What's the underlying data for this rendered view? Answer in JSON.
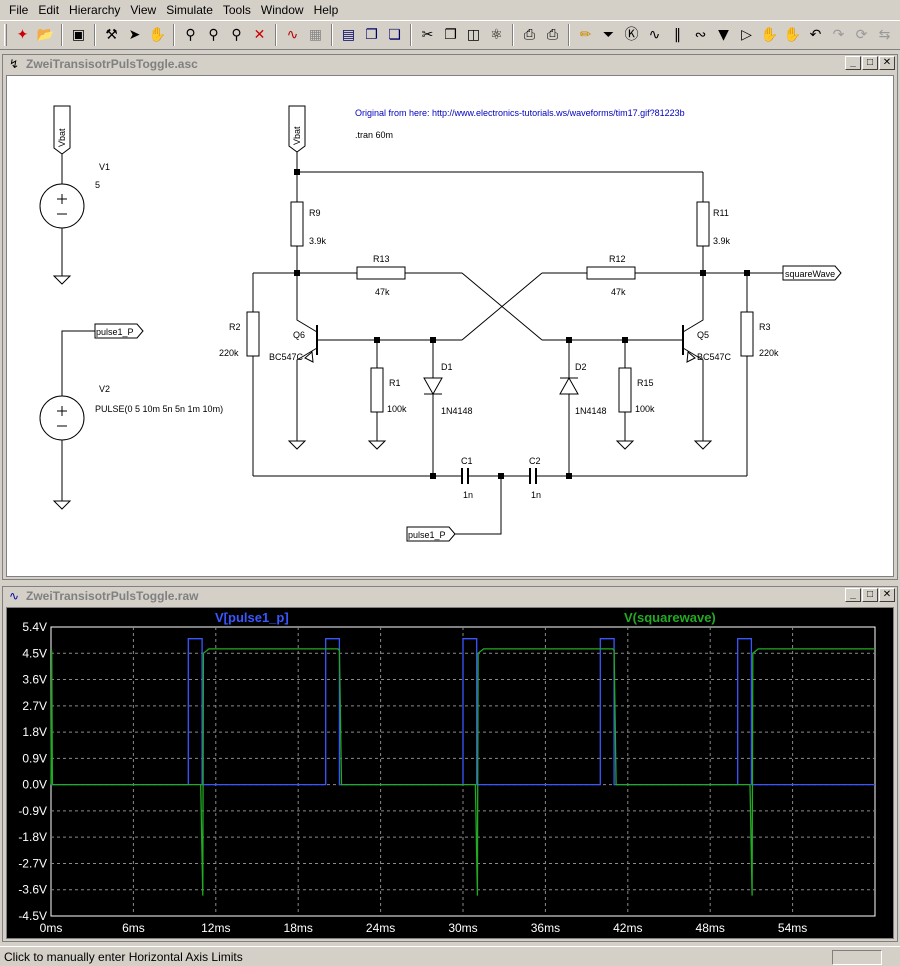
{
  "menu": [
    "File",
    "Edit",
    "Hierarchy",
    "View",
    "Simulate",
    "Tools",
    "Window",
    "Help"
  ],
  "toolbar_icons": [
    "new-schematic-icon",
    "open-icon",
    "save-icon",
    "control-panel-icon",
    "run-icon",
    "halt-icon",
    "zoom-in-icon",
    "zoom-extents-icon",
    "zoom-out-icon",
    "zoom-cancel-icon",
    "waveform-autorange-icon",
    "waveform-icon",
    "tile-horizontal-icon",
    "cascade-icon",
    "close-all-icon",
    "cut-icon",
    "copy-icon",
    "paste-icon",
    "find-icon",
    "print-setup-icon",
    "print-icon",
    "wire-icon",
    "ground-icon",
    "label-icon",
    "resistor-icon",
    "capacitor-icon",
    "inductor-icon",
    "diode-icon",
    "component-icon",
    "move-icon",
    "drag-icon",
    "undo-icon",
    "redo-icon",
    "rotate-icon",
    "mirror-icon"
  ],
  "schematic": {
    "title": "ZweiTransisotrPulsToggle.asc",
    "comment_url": "Original from here: http://www.electronics-tutorials.ws/waveforms/tim17.gif?81223b",
    "directive": ".tran 60m",
    "labels": {
      "vbat_left": "Vbat",
      "vbat_top": "Vbat",
      "pulse_left": "pulse1_P",
      "pulse_bottom": "pulse1_P",
      "square": "squareWave"
    },
    "v1": {
      "name": "V1",
      "value": "5"
    },
    "v2": {
      "name": "V2",
      "value": "PULSE(0 5 10m 5n 5n 1m 10m)"
    },
    "r9": {
      "name": "R9",
      "value": "3.9k"
    },
    "r11": {
      "name": "R11",
      "value": "3.9k"
    },
    "r13": {
      "name": "R13",
      "value": "47k"
    },
    "r12": {
      "name": "R12",
      "value": "47k"
    },
    "r2": {
      "name": "R2",
      "value": "220k"
    },
    "r3": {
      "name": "R3",
      "value": "220k"
    },
    "r1": {
      "name": "R1",
      "value": "100k"
    },
    "r15": {
      "name": "R15",
      "value": "100k"
    },
    "q6": {
      "name": "Q6",
      "value": "BC547C"
    },
    "q5": {
      "name": "Q5",
      "value": "BC547C"
    },
    "d1": {
      "name": "D1",
      "value": "1N4148"
    },
    "d2": {
      "name": "D2",
      "value": "1N4148"
    },
    "c1": {
      "name": "C1",
      "value": "1n"
    },
    "c2": {
      "name": "C2",
      "value": "1n"
    }
  },
  "plot": {
    "title": "ZweiTransisotrPulsToggle.raw",
    "traces": [
      {
        "name": "V[pulse1_p]",
        "color": "#3a56ff"
      },
      {
        "name": "V(squarewave)",
        "color": "#22aa22"
      }
    ]
  },
  "chart_data": {
    "type": "line",
    "title": "",
    "xlabel": "",
    "ylabel": "",
    "xlim": [
      0,
      60
    ],
    "ylim": [
      -4.5,
      5.4
    ],
    "x_ticks": [
      "0ms",
      "6ms",
      "12ms",
      "18ms",
      "24ms",
      "30ms",
      "36ms",
      "42ms",
      "48ms",
      "54ms"
    ],
    "y_ticks": [
      "5.4V",
      "4.5V",
      "3.6V",
      "2.7V",
      "1.8V",
      "0.9V",
      "0.0V",
      "-0.9V",
      "-1.8V",
      "-2.7V",
      "-3.6V",
      "-4.5V"
    ],
    "grid": true,
    "legend": "top",
    "series": [
      {
        "name": "V[pulse1_p]",
        "x": [
          0,
          10,
          10,
          11,
          11,
          20,
          20,
          21,
          21,
          30,
          30,
          31,
          31,
          40,
          40,
          41,
          41,
          50,
          50,
          51,
          51,
          60
        ],
        "y": [
          0,
          0,
          5,
          5,
          0,
          0,
          5,
          5,
          0,
          0,
          5,
          5,
          0,
          0,
          5,
          5,
          0,
          0,
          5,
          5,
          0,
          0
        ]
      },
      {
        "name": "V(squarewave)",
        "x": [
          0,
          0.05,
          0.1,
          10.9,
          11.05,
          11.1,
          11.5,
          12,
          20.9,
          21,
          21.15,
          30.9,
          31.05,
          31.1,
          31.5,
          32,
          40.9,
          41,
          41.15,
          50.9,
          51.05,
          51.1,
          51.5,
          52,
          60
        ],
        "y": [
          0,
          4.6,
          0,
          0,
          -3.8,
          4.5,
          4.65,
          4.65,
          4.65,
          4.6,
          0,
          0,
          -3.8,
          4.5,
          4.65,
          4.65,
          4.65,
          4.6,
          0,
          0,
          -3.8,
          4.5,
          4.65,
          4.65,
          4.65
        ]
      }
    ]
  },
  "status": {
    "text": "Click to manually enter Horizontal Axis Limits"
  }
}
